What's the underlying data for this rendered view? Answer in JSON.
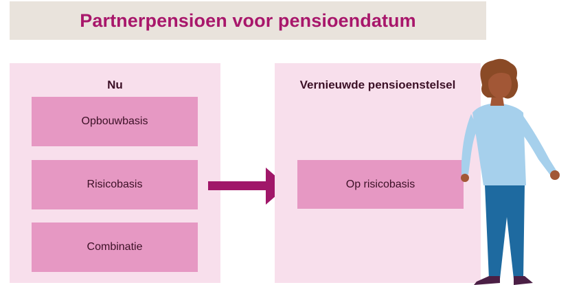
{
  "title": "Partnerpensioen voor pensioendatum",
  "left_panel": {
    "heading": "Nu",
    "items": [
      "Opbouwbasis",
      "Risicobasis",
      "Combinatie"
    ]
  },
  "right_panel": {
    "heading": "Vernieuwde pensioenstelsel",
    "items": [
      "Op risicobasis"
    ]
  },
  "colors": {
    "title_text": "#a8176b",
    "title_bg": "#e9e3dc",
    "panel_bg": "#f8dfec",
    "box_bg": "#e698c3",
    "arrow": "#a01769",
    "text_dark": "#3c1026"
  },
  "icons": {
    "arrow": "arrow-right-icon",
    "person": "person-illustration"
  }
}
